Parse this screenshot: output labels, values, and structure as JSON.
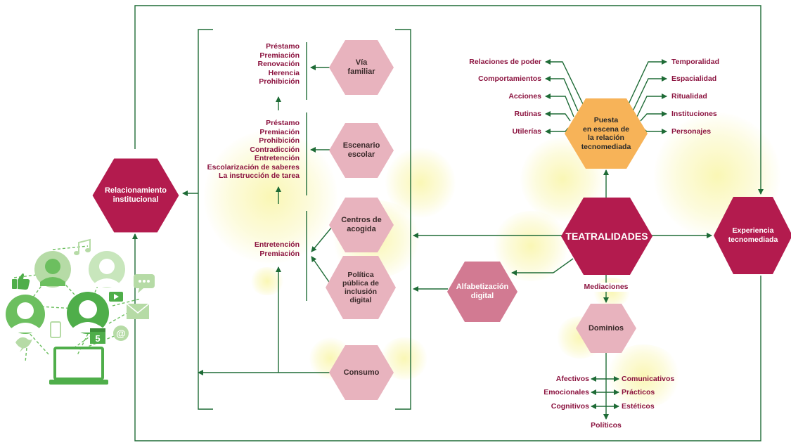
{
  "colors": {
    "line": "#1e6b36",
    "label": "#8c1440",
    "hex_dark": "#b31b4e",
    "hex_medium": "#d27a92",
    "hex_light": "#e8b3be",
    "hex_orange": "#f7b358",
    "icon_green": "#6cbf5f"
  },
  "nodes": {
    "relacionamiento": "Relacionamiento\ninstitucional",
    "via_familiar": "Vía\nfamiliar",
    "escenario_escolar": "Escenario\nescolar",
    "centros_acogida": "Centros de\nacogida",
    "politica_publica": "Política\npública de\ninclusión\ndigital",
    "consumo": "Consumo",
    "alfabetizacion": "Alfabetización\ndigital",
    "teatralidades": "TEATRALIDADES",
    "puesta_en_escena": "Puesta\nen escena de\nla relación\ntecnomediada",
    "experiencia": "Experiencia\ntecnomediada",
    "dominios": "Dominios"
  },
  "lists": {
    "via_familiar": [
      "Préstamo",
      "Premiación",
      "Renovación",
      "Herencia",
      "Prohibición"
    ],
    "escenario_escolar": [
      "Préstamo",
      "Premiación",
      "Prohibición",
      "Contradicción",
      "Entretención",
      "Escolarización de saberes",
      "La instrucción de tarea"
    ],
    "centros_politica": [
      "Entretención",
      "Premiación"
    ]
  },
  "puesta_left": [
    "Relaciones de poder",
    "Comportamientos",
    "Acciones",
    "Rutinas",
    "Utilerías"
  ],
  "puesta_right": [
    "Temporalidad",
    "Espacialidad",
    "Ritualidad",
    "Instituciones",
    "Personajes"
  ],
  "mediaciones_label": "Mediaciones",
  "domains_left": [
    "Afectivos",
    "Emocionales",
    "Cognitivos"
  ],
  "domains_right": [
    "Comunicativos",
    "Prácticos",
    "Estéticos"
  ],
  "domains_bottom": "Políticos",
  "icons": [
    "thumbs-up-icon",
    "music-note-icon",
    "chat-bubble-icon",
    "mail-icon",
    "phone-icon",
    "video-icon",
    "calendar-icon",
    "at-sign-icon",
    "bird-icon",
    "laptop-icon",
    "avatar-icon"
  ],
  "icon_text": {
    "calendar": "5",
    "at": "@"
  }
}
